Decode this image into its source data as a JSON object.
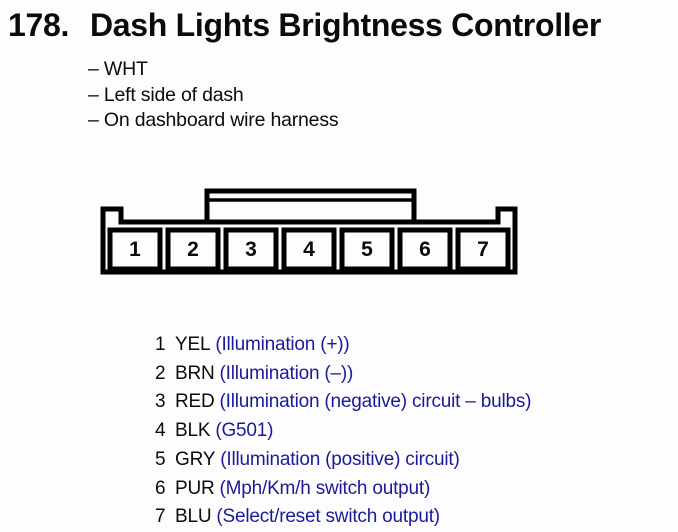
{
  "page": {
    "heading_number": "178.",
    "heading_title": "Dash Lights Brightness Controller",
    "notes": [
      "– WHT",
      "– Left side of dash",
      "– On dashboard wire harness"
    ]
  },
  "connector": {
    "type": "7-pin connector, front view, center latch tab",
    "pins": [
      {
        "number": "1",
        "color": "YEL",
        "description": "(Illumination (+))"
      },
      {
        "number": "2",
        "color": "BRN",
        "description": "(Illumination (–))"
      },
      {
        "number": "3",
        "color": "RED",
        "description": "(Illumination (negative) circuit – bulbs)"
      },
      {
        "number": "4",
        "color": "BLK",
        "description": "(G501)"
      },
      {
        "number": "5",
        "color": "GRY",
        "description": "(Illumination (positive) circuit)"
      },
      {
        "number": "6",
        "color": "PUR",
        "description": "(Mph/Km/h switch output)"
      },
      {
        "number": "7",
        "color": "BLU",
        "description": "(Select/reset switch output)"
      }
    ]
  },
  "colors": {
    "text": "#0b0b0b",
    "description_blue": "#1b1b9a",
    "line": "#000000",
    "background": "#fdfdfd"
  }
}
